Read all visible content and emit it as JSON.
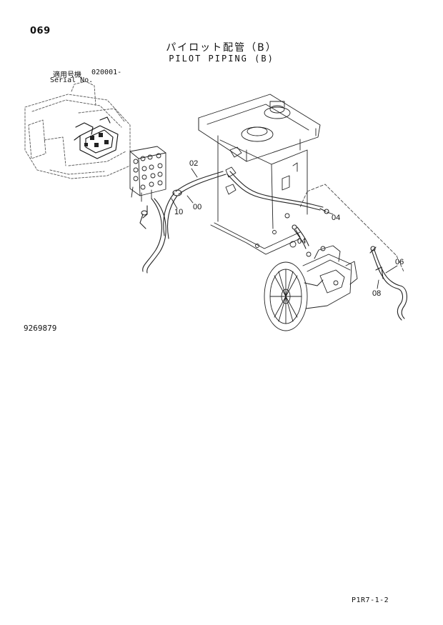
{
  "header": {
    "page_number": "069",
    "title_ja": "パイロット配管（B）",
    "title_en": "PILOT PIPING (B)"
  },
  "applicability": {
    "label_ja": "適用号機",
    "serial_range": "020001-",
    "label_en": "Serial No."
  },
  "callouts": {
    "c02": "02",
    "c10": "10",
    "c00": "00",
    "c04a": "04",
    "c04b": "04",
    "c06": "06",
    "c08": "08"
  },
  "drawing_number": "9269879",
  "sheet_reference": "P1R7-1-2"
}
